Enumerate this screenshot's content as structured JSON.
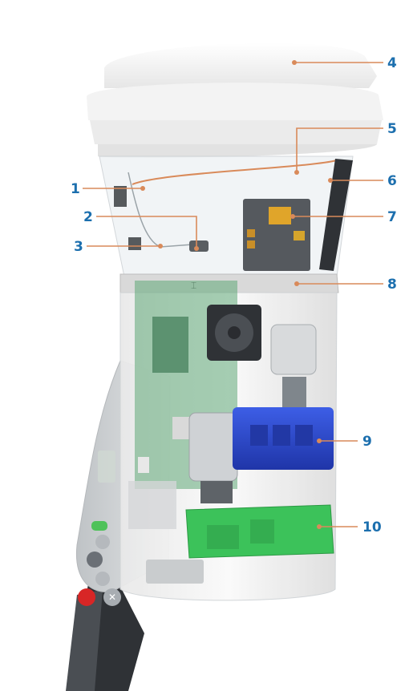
{
  "colors": {
    "callout_number": "#1c6fae",
    "leader_line": "#d98a5a",
    "pcb_green": "#5fa877",
    "pump_blue": "#2a45c8",
    "battery_green": "#3cc25a",
    "housing_white": "#f2f2f2",
    "button_red": "#d82626"
  },
  "icons": [
    "power-icon",
    "close-icon",
    "up-arrow-icon",
    "left-arrow-icon",
    "down-arrow-icon"
  ],
  "callouts": [
    {
      "id": "4",
      "label": "4"
    },
    {
      "id": "5",
      "label": "5"
    },
    {
      "id": "1",
      "label": "1"
    },
    {
      "id": "6",
      "label": "6"
    },
    {
      "id": "2",
      "label": "2"
    },
    {
      "id": "7",
      "label": "7"
    },
    {
      "id": "3",
      "label": "3"
    },
    {
      "id": "8",
      "label": "8"
    },
    {
      "id": "9",
      "label": "9"
    },
    {
      "id": "10",
      "label": "10"
    }
  ]
}
